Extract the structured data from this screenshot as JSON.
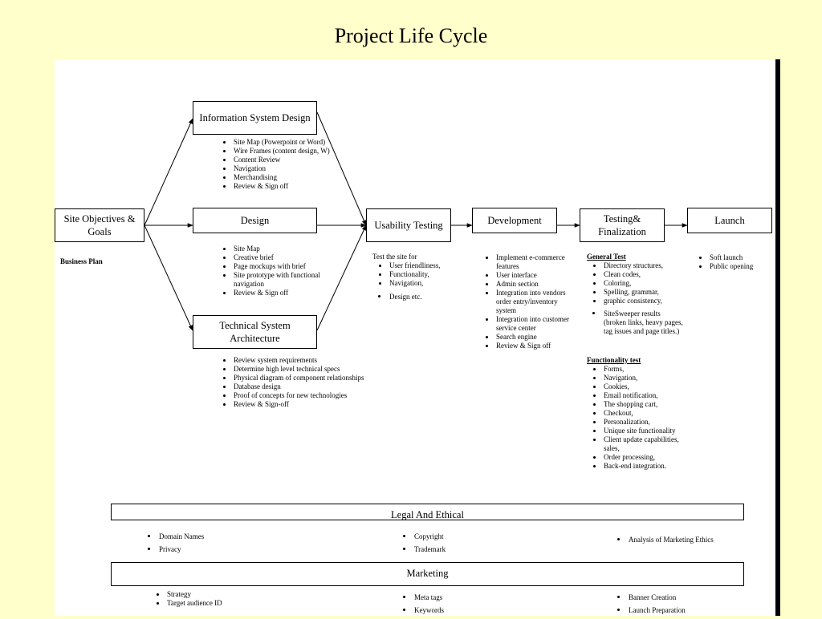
{
  "slide_title": "Project Life Cycle",
  "boxes": {
    "site_objectives": "Site Objectives & Goals",
    "info_system_design": "Information System Design",
    "design": "Design",
    "technical_architecture": "Technical System Architecture",
    "usability_testing": "Usability Testing",
    "development": "Development",
    "testing_finalization": "Testing& Finalization",
    "launch": "Launch"
  },
  "business_plan": "Business Plan",
  "info_system_design_items": [
    "Site Map (Powerpoint or Word)",
    "Wire Frames (content design, W)",
    "Content Review",
    "Navigation",
    "Merchandising",
    "Review & Sign off"
  ],
  "design_items": [
    "Site Map",
    "Creative brief",
    "Page mockups with brief",
    "Site prototype with functional navigation",
    "Review & Sign off"
  ],
  "technical_items": [
    "Review system requirements",
    "Determine high level technical specs",
    "Physical diagram of component relationships",
    "Database design",
    "Proof of concepts for new technologies",
    "Review & Sign-off"
  ],
  "usability": {
    "intro": "Test the site for",
    "items": [
      "User friendliness,",
      "Functionality,",
      "Navigation,"
    ],
    "extra": "Design etc."
  },
  "development_items": [
    "Implement e-commerce features",
    "User interface",
    "Admin section",
    "Integration into vendors order entry/inventory system",
    "Integration into customer service center",
    "Search engine",
    "Review & Sign off"
  ],
  "testing": {
    "general_header": "General Test",
    "general_items": [
      "Directory structures,",
      "Clean codes,",
      "Coloring,",
      "Spelling, grammar,",
      "graphic consistency,"
    ],
    "sitesweeper": "SiteSweeper results (broken links, heavy pages, tag issues and page titles.)",
    "functionality_header": "Functionality test",
    "functionality_items": [
      "Forms,",
      "Navigation,",
      "Cookies,",
      "Email notification,",
      "The shopping cart,",
      "Checkout,",
      "Personalization,",
      "Unique site functionality",
      "Client update capabilities, sales,",
      "Order processing,",
      "Back-end integration."
    ]
  },
  "launch_items": [
    "Soft launch",
    "Public opening"
  ],
  "legal": {
    "title": "Legal And Ethical",
    "col1": [
      "Domain Names",
      "Privacy"
    ],
    "col2": [
      "Copyright",
      "Trademark"
    ],
    "col3": [
      "Analysis of Marketing Ethics"
    ]
  },
  "marketing": {
    "title": "Marketing",
    "col1": [
      "Strategy",
      "Target audience ID"
    ],
    "col2": [
      "Meta tags",
      "Keywords"
    ],
    "col3": [
      "Banner Creation",
      "Launch Preparation"
    ]
  }
}
